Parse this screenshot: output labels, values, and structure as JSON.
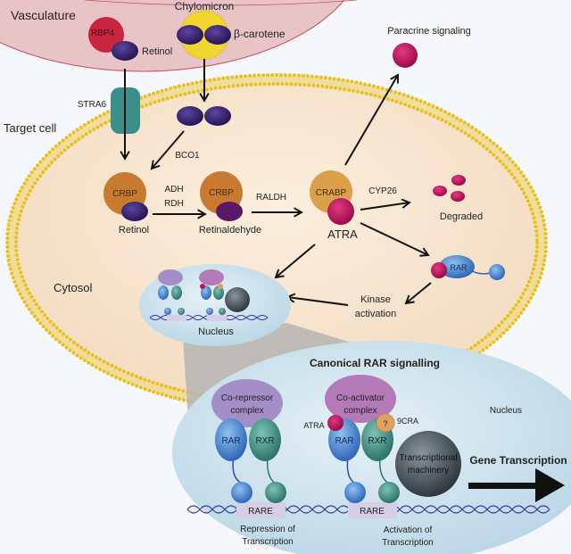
{
  "colors": {
    "vasculature": "#e8c4c6",
    "cytosol": "#f6e6d0",
    "membrane": "#e8c020",
    "nucleus": "#cfe3ee",
    "retinol": "#3a2270",
    "rbp4": "#c8253f",
    "crbp": "#c87a30",
    "crabp": "#dca04a",
    "atra": "#c0105a",
    "rar": "#3f7fcf",
    "rxr": "#3b8f84",
    "co_repressor": "#a38ec8",
    "co_activator": "#b47ab8",
    "machinery": "#4f5a62"
  },
  "labels": {
    "vasculature": "Vasculature",
    "chylomicron": "Chylomicron",
    "rbp4": "RBP4",
    "retinol_vasc": "Retinol",
    "beta_carotene": "β-carotene",
    "stra6": "STRA6",
    "target_cell": "Target cell",
    "bco1": "BCO1",
    "crbp1": "CRBP",
    "retinol": "Retinol",
    "adh": "ADH",
    "rdh": "RDH",
    "crbp2": "CRBP",
    "retinaldehyde": "Retinaldehyde",
    "raldh": "RALDH",
    "crabp": "CRABP",
    "atra": "ATRA",
    "paracrine": "Paracrine signaling",
    "cyp26": "CYP26",
    "degraded": "Degraded",
    "rar_cyto": "RAR",
    "kinase1": "Kinase",
    "kinase2": "activation",
    "cytosol": "Cytosol",
    "nucleus_small": "Nucleus"
  },
  "canonical": {
    "title": "Canonical RAR signalling",
    "nucleus": "Nucleus",
    "corepressor1": "Co-repressor",
    "corepressor2": "complex",
    "coactivator1": "Co-activator",
    "coactivator2": "complex",
    "rar": "RAR",
    "rxr": "RXR",
    "rare": "RARE",
    "atra": "ATRA",
    "unknown": "?",
    "ninecra": "9CRA",
    "machinery1": "Transcriptional",
    "machinery2": "machinery",
    "gene": "Gene Transcription",
    "repression1": "Repression of",
    "repression2": "Transcription",
    "activation1": "Activation of",
    "activation2": "Transcription"
  }
}
